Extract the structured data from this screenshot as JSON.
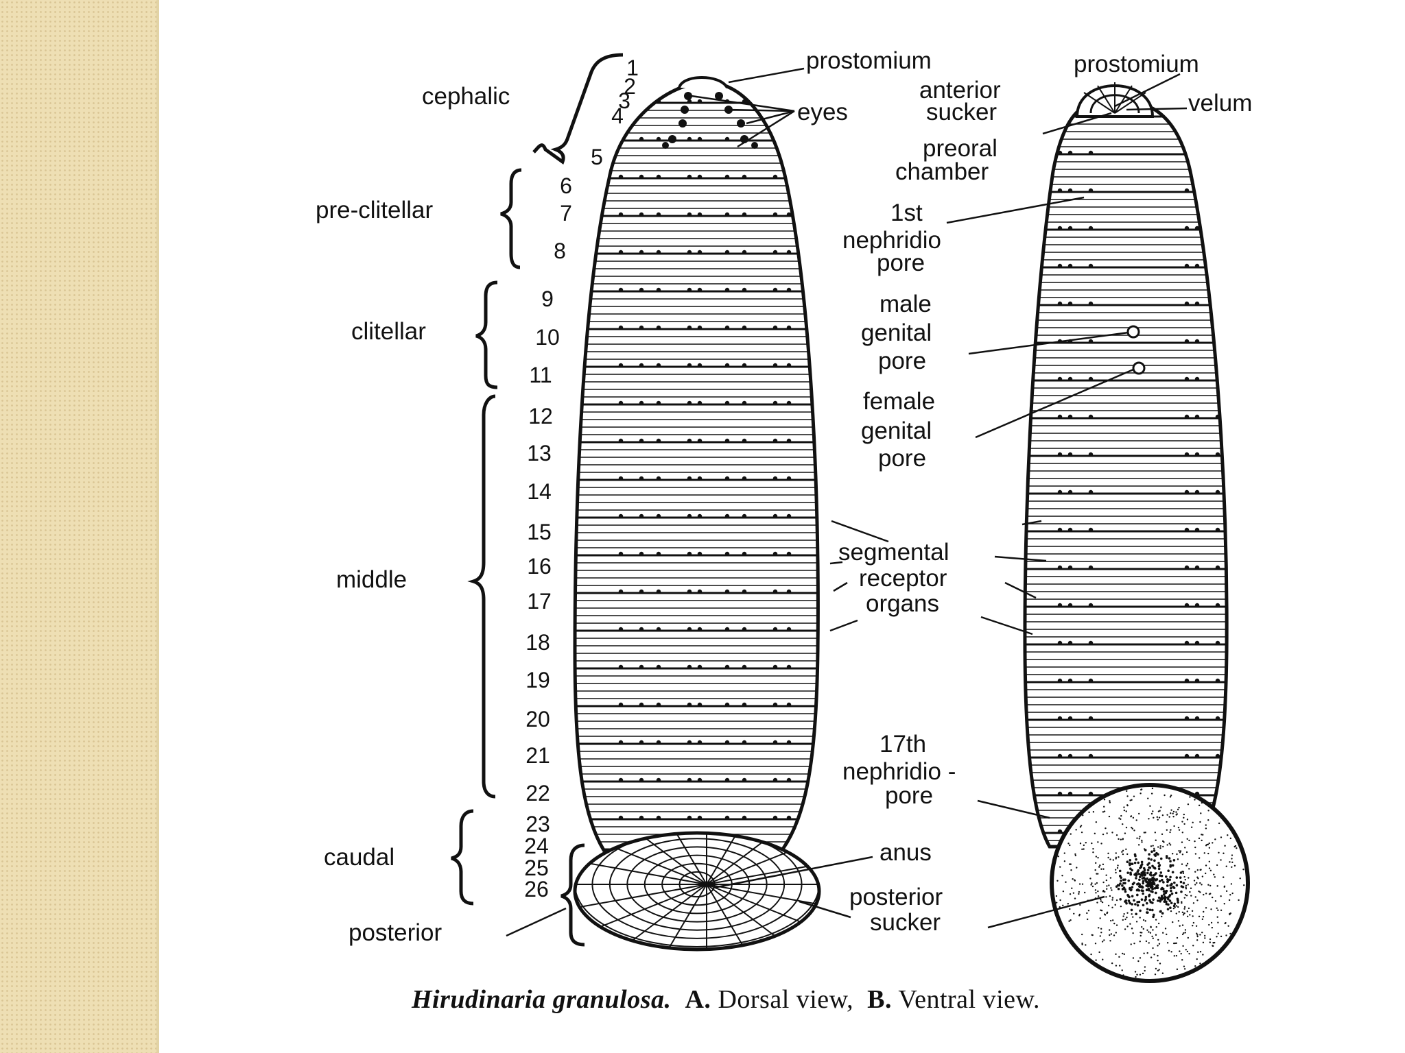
{
  "dorsal": {
    "segment_numbers": [
      "1",
      "2",
      "3",
      "4",
      "5",
      "6",
      "7",
      "8",
      "9",
      "10",
      "11",
      "12",
      "13",
      "14",
      "15",
      "16",
      "17",
      "18",
      "19",
      "20",
      "21",
      "22",
      "23",
      "24",
      "25",
      "26"
    ],
    "regions": {
      "cephalic": "cephalic",
      "pre_clitellar": "pre-clitellar",
      "clitellar": "clitellar",
      "middle": "middle",
      "caudal": "caudal",
      "posterior": "posterior"
    },
    "labels": {
      "prostomium": "prostomium",
      "eyes": "eyes"
    }
  },
  "ventral": {
    "labels": {
      "prostomium": "prostomium",
      "anterior_sucker_1": "anterior",
      "anterior_sucker_2": "sucker",
      "velum": "velum",
      "preoral_1": "preoral",
      "preoral_2": "chamber",
      "nephridio1_1": "1st",
      "nephridio1_2": "nephridio",
      "nephridio1_3": "pore",
      "male_1": "male",
      "male_2": "genital",
      "male_3": "pore",
      "female_1": "female",
      "female_2": "genital",
      "female_3": "pore",
      "nephridio17_1": "17th",
      "nephridio17_2": "nephridio -",
      "nephridio17_3": "pore"
    }
  },
  "shared": {
    "segmental_1": "segmental",
    "segmental_2": "receptor",
    "segmental_3": "organs",
    "anus": "anus",
    "posterior_sucker_1": "posterior",
    "posterior_sucker_2": "sucker"
  },
  "caption": {
    "species": "Hirudinaria granulosa.",
    "a": "A.",
    "a_text": "Dorsal view,",
    "b": "B.",
    "b_text": "Ventral view."
  }
}
